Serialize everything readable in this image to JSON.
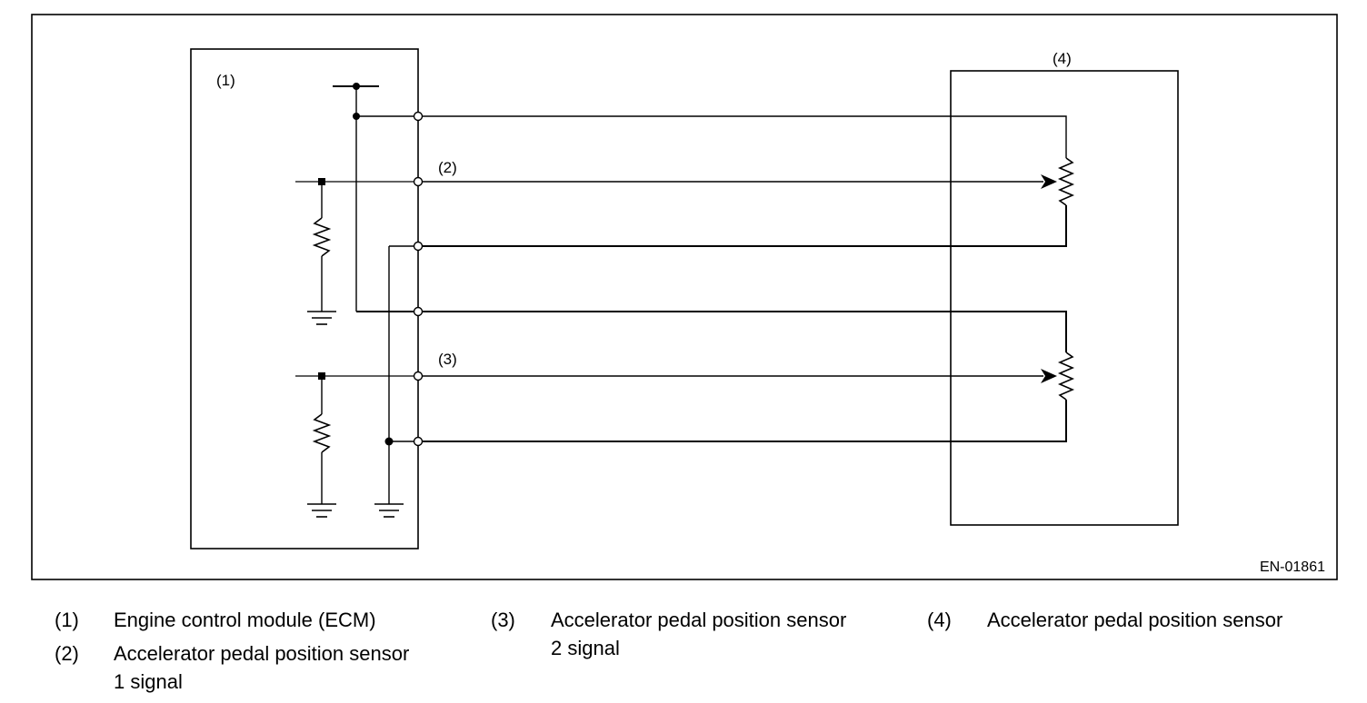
{
  "diagram": {
    "figure_code": "EN-01861",
    "callouts": {
      "ecm": "(1)",
      "signal1": "(2)",
      "signal2": "(3)",
      "sensor": "(4)"
    }
  },
  "legend": [
    {
      "num": "(1)",
      "lines": [
        "Engine control module (ECM)"
      ]
    },
    {
      "num": "(2)",
      "lines": [
        "Accelerator pedal position sensor",
        "1 signal"
      ]
    },
    {
      "num": "(3)",
      "lines": [
        "Accelerator pedal position sensor",
        "2 signal"
      ]
    },
    {
      "num": "(4)",
      "lines": [
        "Accelerator pedal position sensor"
      ]
    }
  ]
}
